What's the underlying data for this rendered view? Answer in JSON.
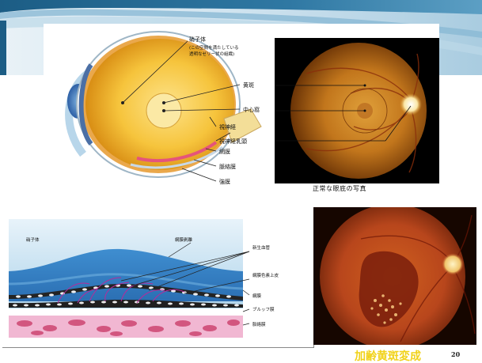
{
  "colors": {
    "banner_light": "#cfe3ef",
    "banner_mid": "#4f93b8",
    "banner_dark": "#1c5d85",
    "eye_yellow": "#f5c23a",
    "fundus_orange": "#c2761c",
    "amd_red": "#b8461c",
    "title_yellow": "#f1d218"
  },
  "eye_diagram": {
    "labels": {
      "vitreous": "硝子体",
      "vitreous_note_1": "(この空間を満たしている",
      "vitreous_note_2": "透明なゼリー状の組織)",
      "macula": "黄斑",
      "fovea": "中心窩",
      "optic_nerve": "視神経",
      "optic_disc": "視神経乳頭",
      "retina": "網膜",
      "choroid": "脈絡膜",
      "sclera": "強膜"
    }
  },
  "normal_fundus": {
    "caption": "正常な眼底の写真"
  },
  "retina_layers": {
    "labels": {
      "vitreous": "硝子体",
      "retinal_detachment": "網膜剥離",
      "new_vessels": "新生血管",
      "rpe": "網膜色素上皮",
      "retina": "網膜",
      "bruch": "ブルッフ膜",
      "choroid": "脈絡膜"
    }
  },
  "slide": {
    "title": "加齢黄斑変成",
    "page_number": "20"
  }
}
